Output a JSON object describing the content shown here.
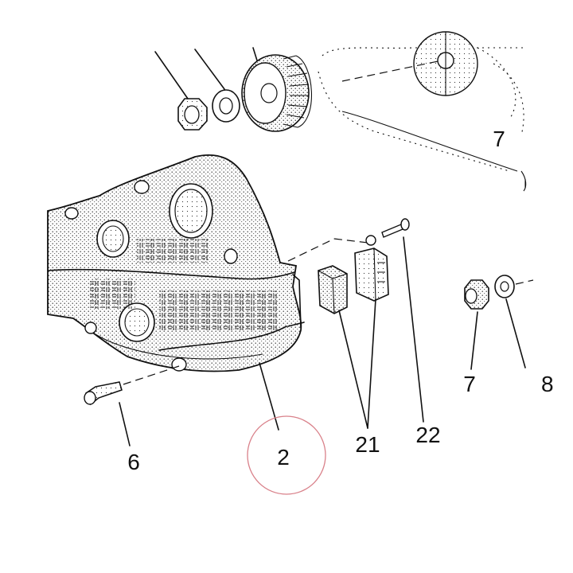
{
  "diagram": {
    "callouts": [
      {
        "id": "7-top",
        "label": "7"
      },
      {
        "id": "7-right",
        "label": "7"
      },
      {
        "id": "8-right",
        "label": "8"
      },
      {
        "id": "6",
        "label": "6"
      },
      {
        "id": "2",
        "label": "2"
      },
      {
        "id": "21",
        "label": "21"
      },
      {
        "id": "22",
        "label": "22"
      }
    ],
    "highlight_color": "#d9818a",
    "line_color": "#111111"
  }
}
